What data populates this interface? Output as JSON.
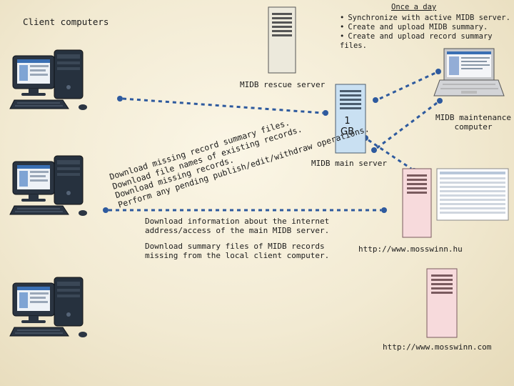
{
  "top_right": {
    "heading": "Once a day",
    "bullets": [
      "Synchronize with active MIDB server.",
      "Create and upload MIDB summary.",
      "Create and upload record summary files."
    ]
  },
  "client_computers_label": "Client computers",
  "rescue_server_label": "MIDB rescue server",
  "maintenance_label_line1": "MIDB maintenance",
  "maintenance_label_line2": "computer",
  "main_server_label": "MIDB main server",
  "main_server_storage": {
    "line1": "1",
    "line2": "GB"
  },
  "slanted_text": [
    "Download missing record summary files.",
    "Download file names of existing records.",
    "Download missing records.",
    "Perform any pending publish/edit/withdraw operations."
  ],
  "info_text": [
    "Download information about the internet",
    "address/access of the main MIDB server."
  ],
  "summary_text": [
    "Download summary files of MIDB records",
    "missing from the local client computer."
  ],
  "url_hu": "http://www.mosswinn.hu",
  "url_com": "http://www.mosswinn.com",
  "icons": [
    "desktop-computer-icon",
    "server-tower-icon",
    "laptop-icon",
    "web-page-icon"
  ],
  "colors": {
    "background": "#f2ead2",
    "arrow": "#2e5a9e",
    "server_beige": "#ece9dc",
    "server_blue": "#c9e0f2",
    "server_pink": "#f7dadc",
    "desktop_dark": "#1f2a36"
  }
}
